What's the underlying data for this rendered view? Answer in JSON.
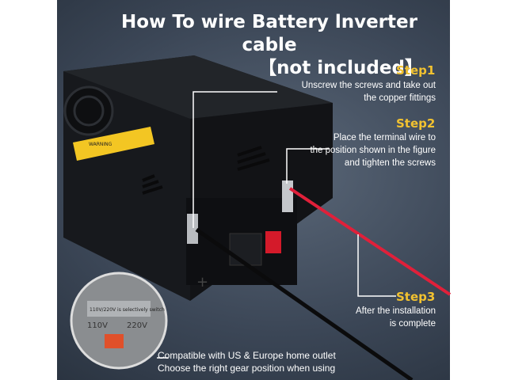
{
  "title": {
    "line1": "How To wire Battery lnverter cable",
    "line2": "【not included】"
  },
  "steps": [
    {
      "label": "Step1",
      "desc_lines": [
        "Unscrew the screws and take out",
        "the copper fittings"
      ]
    },
    {
      "label": "Step2",
      "desc_lines": [
        "Place the terminal wire to",
        "the position shown in the figure",
        "and tighten the screws"
      ]
    },
    {
      "label": "Step3",
      "desc_lines": [
        "After the installation",
        "is complete"
      ]
    }
  ],
  "compat_lines": [
    "Compatible with US & Europe home outlet",
    "Choose the right gear position when using"
  ],
  "product_labels": {
    "warning": "WARNING",
    "switch_note": "110V/220V is selectively switch",
    "v110": "110V",
    "v220": "220V",
    "plus": "+"
  },
  "colors": {
    "step_title": "#f2c230",
    "red_wire": "#e0203a",
    "warning_label": "#f3c623",
    "background": "#3b4656"
  }
}
